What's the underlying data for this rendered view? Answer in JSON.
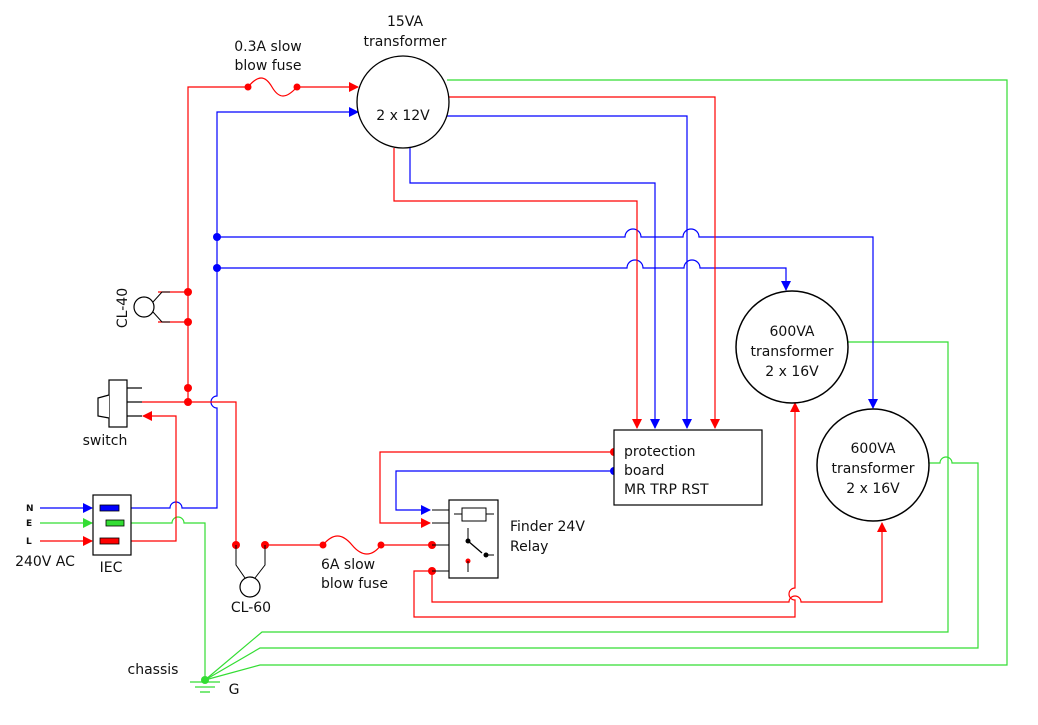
{
  "colors": {
    "live": "#ff0000",
    "neutral": "#0000ff",
    "earth": "#33dd33",
    "wire_dark_red": "#cc1a1a",
    "outline": "#000000",
    "background": "#ffffff"
  },
  "labels": {
    "fuse1_line1": "0.3A slow",
    "fuse1_line2": "blow fuse",
    "t15_line1": "15VA",
    "t15_line2": "transformer",
    "t15_inner": "2 x 12V",
    "cl40": "CL-40",
    "switch": "switch",
    "iec": "IEC",
    "mains": "240V AC",
    "pin_n": "N",
    "pin_e": "E",
    "pin_l": "L",
    "cl60": "CL-60",
    "fuse2_line1": "6A slow",
    "fuse2_line2": "blow fuse",
    "relay_line1": "Finder 24V",
    "relay_line2": "Relay",
    "prot_line1": "protection",
    "prot_line2": "board",
    "prot_line3": "MR TRP RST",
    "t600a_line1": "600VA",
    "t600a_line2": "transformer",
    "t600a_line3": "2 x 16V",
    "t600b_line1": "600VA",
    "t600b_line2": "transformer",
    "t600b_line3": "2 x 16V",
    "chassis": "chassis",
    "ground": "G"
  }
}
